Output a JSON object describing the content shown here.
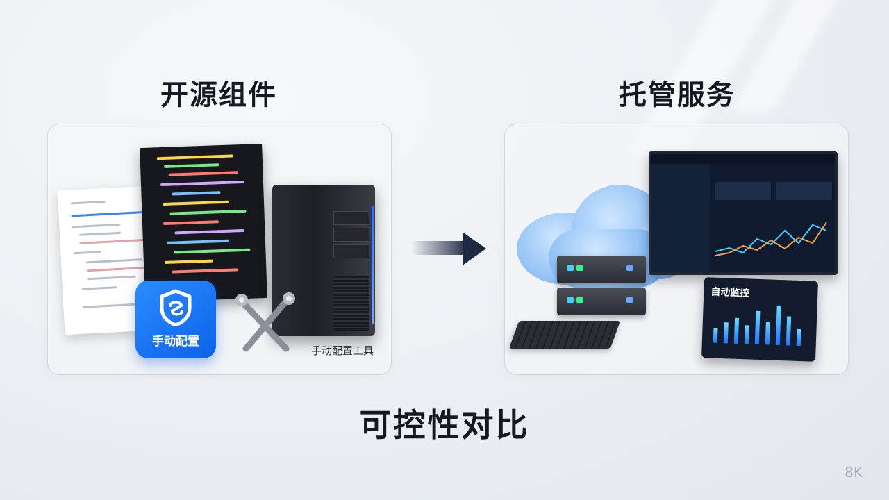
{
  "left_panel": {
    "heading": "开源组件",
    "badge_label": "手动配置",
    "tool_caption": "手动配置工具"
  },
  "right_panel": {
    "heading": "托管服务",
    "tablet_title": "自动监控",
    "tablet_values": [
      0.35,
      0.5,
      0.62,
      0.45,
      0.8,
      0.55,
      0.95,
      0.7,
      0.4
    ]
  },
  "bottom": {
    "title": "可控性对比"
  },
  "corner_label": "8K",
  "icons": [
    "document-icon",
    "code-icon",
    "server-tower-icon",
    "shield-icon",
    "wrench-icon",
    "arrow-right-icon",
    "cloud-icon",
    "monitor-icon",
    "server-icon",
    "keyboard-icon",
    "tablet-icon"
  ],
  "colors": {
    "accent": "#1677ff",
    "arrow": "#1e2a44",
    "text": "#151a22"
  }
}
